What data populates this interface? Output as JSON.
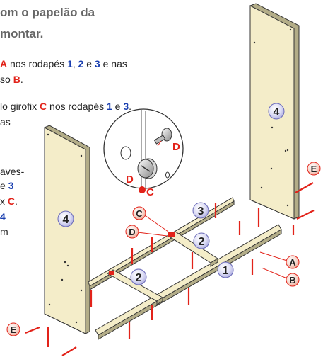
{
  "heading": {
    "line1": "om o papelão da",
    "line2": "montar."
  },
  "instr1": {
    "pre": "A",
    "t1": " nos rodapés ",
    "n1": "1",
    "c1": ", ",
    "n2": "2",
    "t2": " e ",
    "n3": "3",
    "t3": " e nas",
    "line2a": "so ",
    "b": "B",
    "dot": "."
  },
  "instr2": {
    "pre": "lo girofix ",
    "c": "C",
    "t1": " nos rodapés ",
    "n1": "1",
    "e": " e ",
    "n3": "3",
    "dot": ".",
    "line2": "as"
  },
  "instr3": {
    "l1": "aves-",
    "l2a": "e ",
    "l2b": "3",
    "l3a": "x ",
    "l3b": "C",
    "l3c": ".",
    "l4": "4",
    "l5": "m"
  },
  "diagram": {
    "panel_left_label": "4",
    "panel_right_label": "4",
    "rail_front_label": "1",
    "rail_back_label": "3",
    "cross_left_label": "2",
    "cross_right_label": "2",
    "callout_a": "A",
    "callout_b": "B",
    "callout_c": "C",
    "callout_d": "D",
    "callout_e_right": "E",
    "callout_e_left": "E",
    "detail_d_top": "D",
    "detail_d_left": "D",
    "detail_c": "C"
  }
}
